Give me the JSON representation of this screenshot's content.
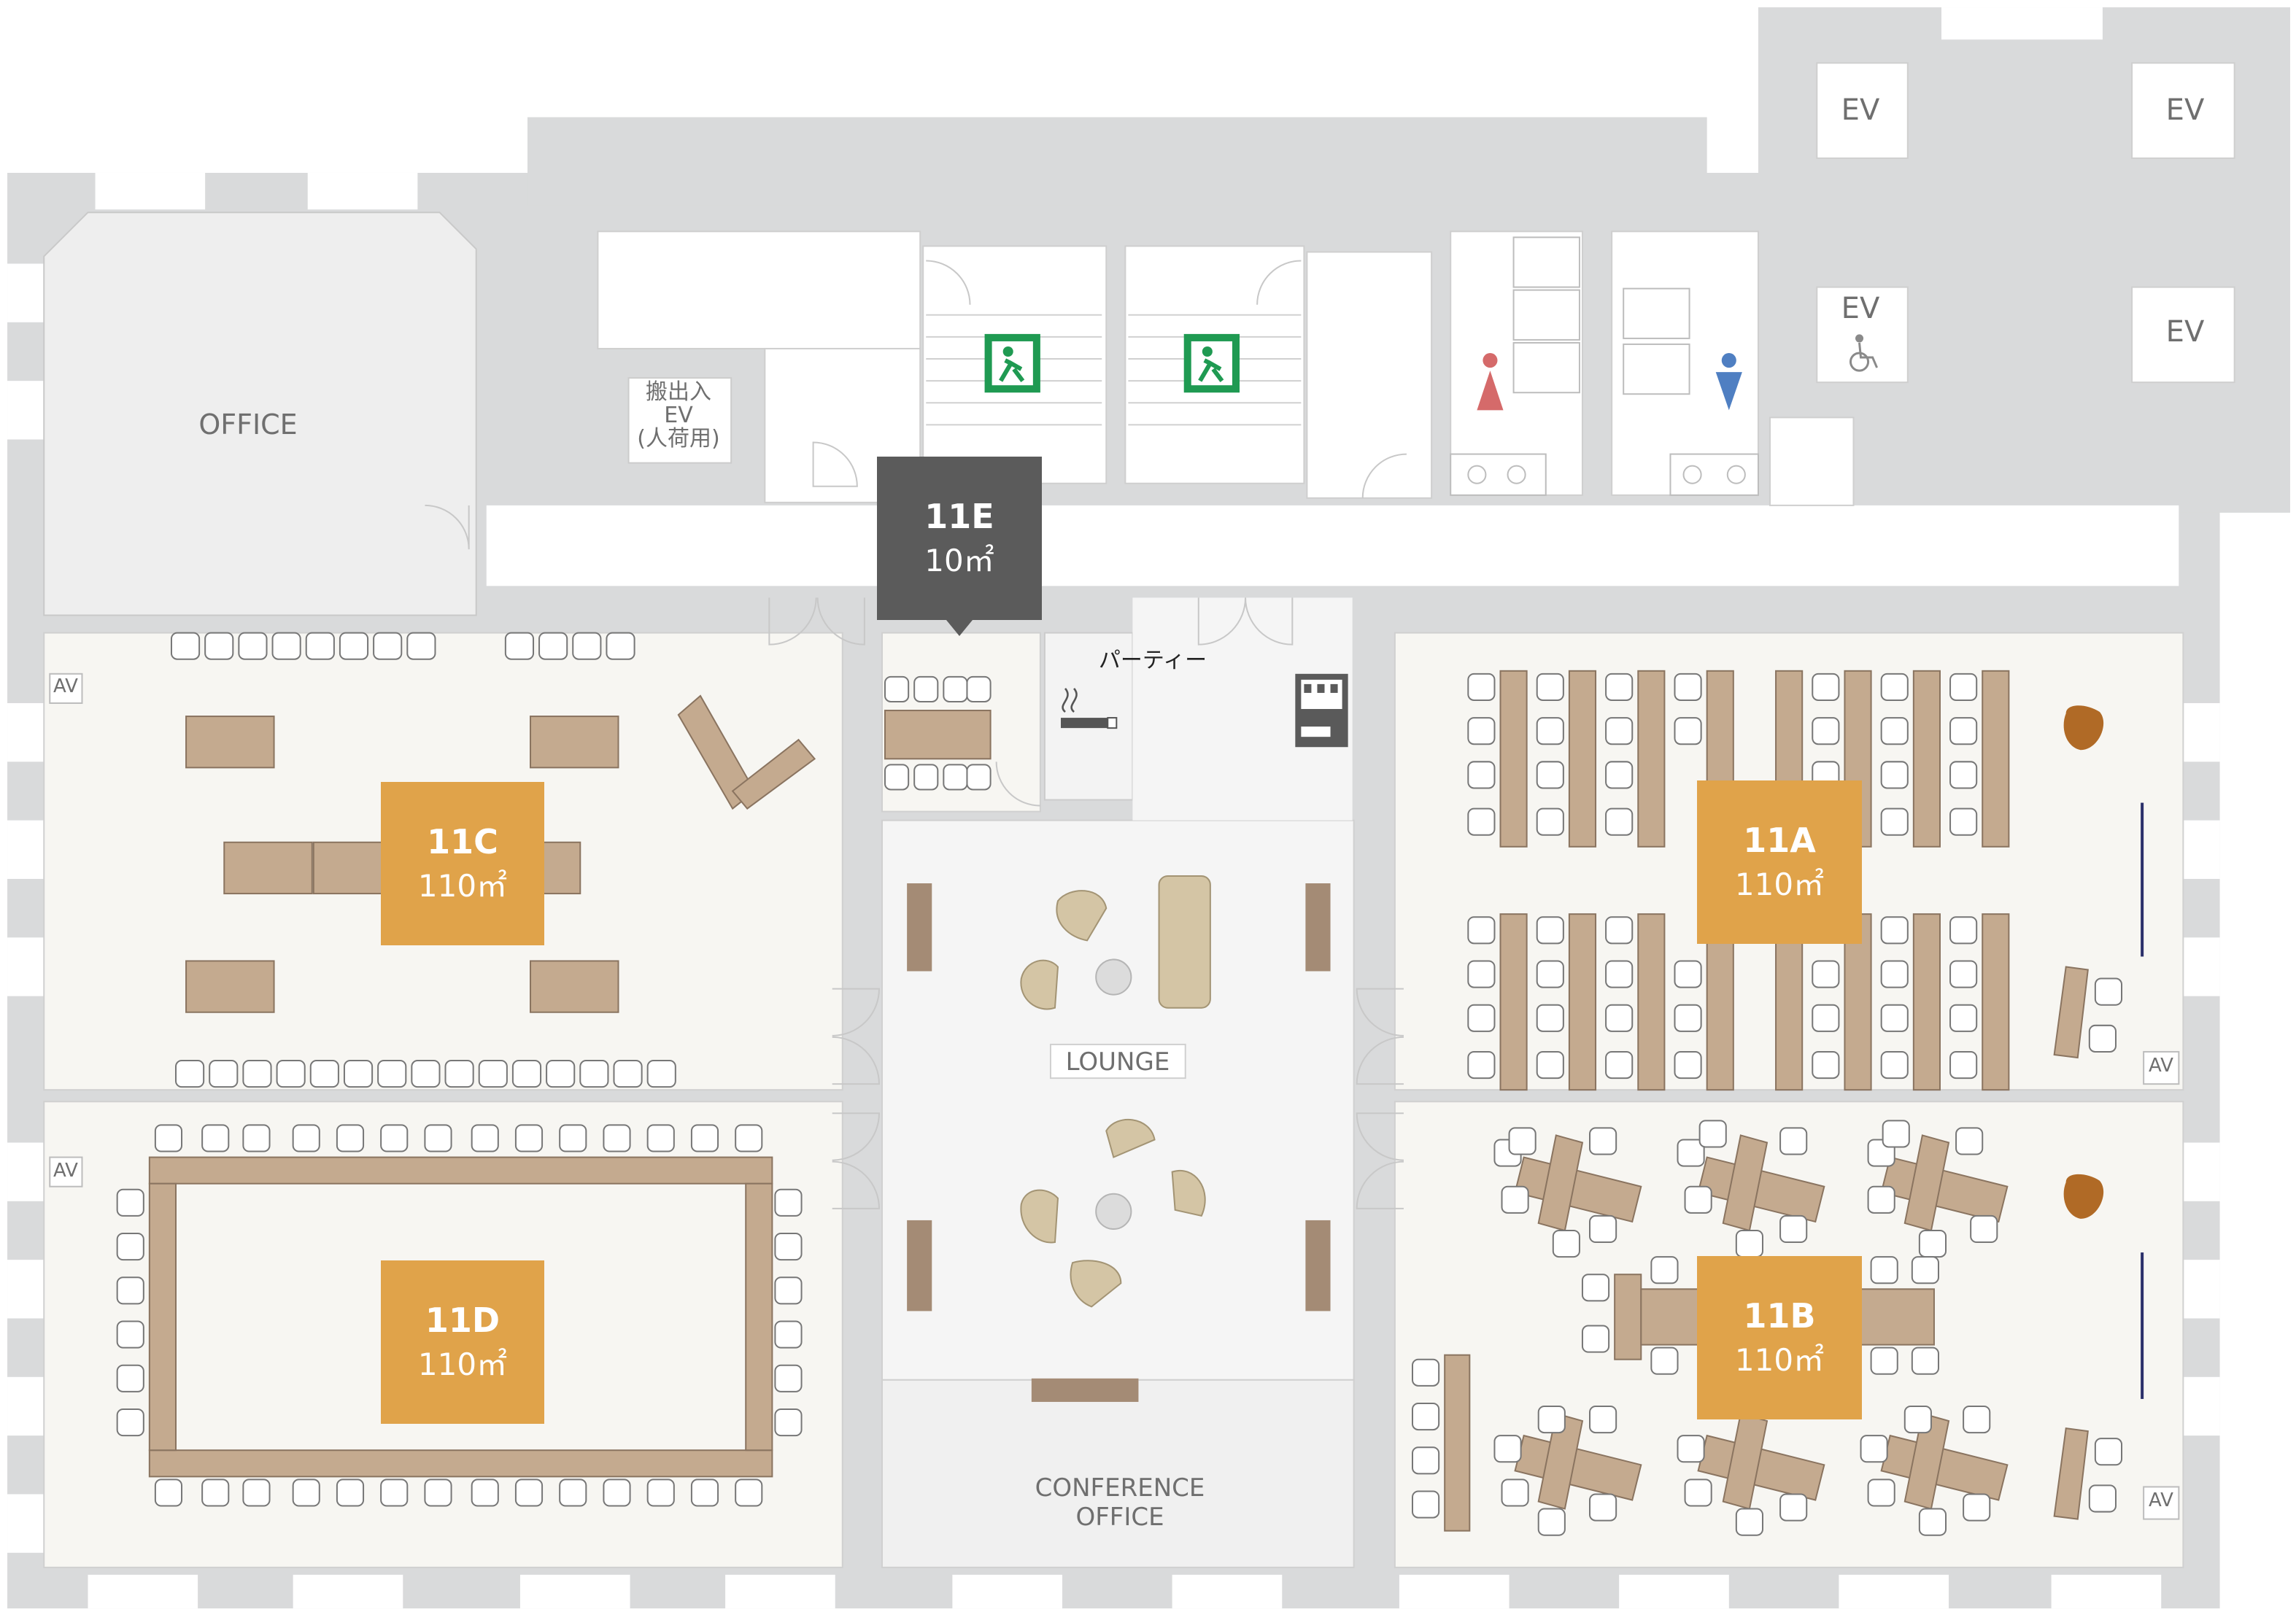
{
  "rooms": [
    {
      "id": "11A",
      "area": "110㎡"
    },
    {
      "id": "11B",
      "area": "110㎡"
    },
    {
      "id": "11C",
      "area": "110㎡"
    },
    {
      "id": "11D",
      "area": "110㎡"
    },
    {
      "id": "11E",
      "area": "10㎡"
    }
  ],
  "areas": {
    "office": "OFFICE",
    "lounge": "LOUNGE",
    "conference_office_line1": "CONFERENCE",
    "conference_office_line2": "OFFICE",
    "party": "パーティー",
    "freight_ev_line1": "搬出入",
    "freight_ev_line2": "EV",
    "freight_ev_line3": "(人荷用)"
  },
  "elevators": {
    "label": "EV"
  },
  "av": {
    "label": "AV"
  },
  "colors": {
    "room_card": "#e0a34a",
    "small_room_card": "#5b5b5b",
    "wall": "#d9dadb",
    "floor": "#f7f6f2",
    "table": "#c4aa8f",
    "exit_sign": "#1f9a52",
    "female_icon": "#d56a6a",
    "male_icon": "#4f7fc2"
  },
  "icons": [
    "emergency-exit-icon",
    "wheelchair-icon",
    "smoking-icon",
    "vending-machine-icon",
    "female-restroom-icon",
    "male-restroom-icon"
  ]
}
